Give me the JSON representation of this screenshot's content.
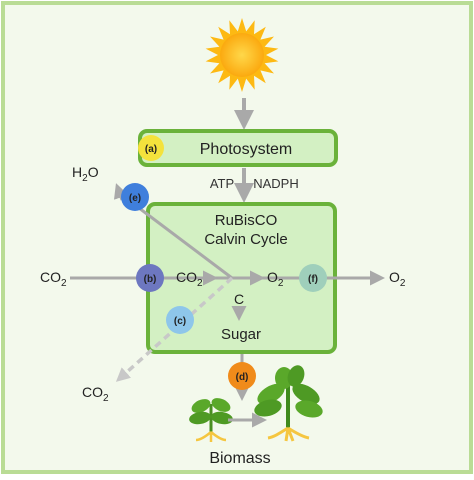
{
  "photosystem": {
    "label": "Photosystem"
  },
  "energy": {
    "atp": "ATP",
    "nadph": "NADPH"
  },
  "calvin": {
    "line1": "RuBisCO",
    "line2": "Calvin Cycle"
  },
  "markers": {
    "a": "(a)",
    "b": "(b)",
    "c": "(c)",
    "d": "(d)",
    "e": "(e)",
    "f": "(f)"
  },
  "molecules": {
    "water_base": "H",
    "water_sub": "2",
    "water_end": "O",
    "co2_base": "CO",
    "co2_sub": "2",
    "o2_base": "O",
    "o2_sub": "2",
    "carbon": "C",
    "sugar": "Sugar"
  },
  "biomass": {
    "label": "Biomass"
  },
  "colors": {
    "border": "#b9dc95",
    "panel": "#f3f9ec",
    "green": "#6ab23a",
    "light_green": "#d3f0c3",
    "arrow": "#a9a9a9",
    "marker_a": "#f4e23c",
    "marker_b": "#6d77c0",
    "marker_c": "#8ec6ea",
    "marker_d": "#f08b1a",
    "marker_e": "#3f7fdc",
    "marker_f": "#9fcfbb",
    "sun": "#fdb913"
  },
  "icons": [
    "sun-icon",
    "plant-seedling-icon",
    "plant-mature-icon"
  ]
}
